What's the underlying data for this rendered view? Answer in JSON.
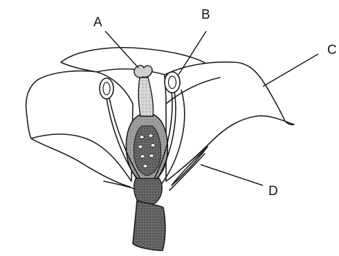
{
  "labels": {
    "a": "A",
    "b": "B",
    "c": "C",
    "d": "D"
  },
  "colors": {
    "line": "#1a1a1a",
    "shade": "#8c8c8c",
    "dark_shade": "#555555",
    "background": "#ffffff"
  }
}
